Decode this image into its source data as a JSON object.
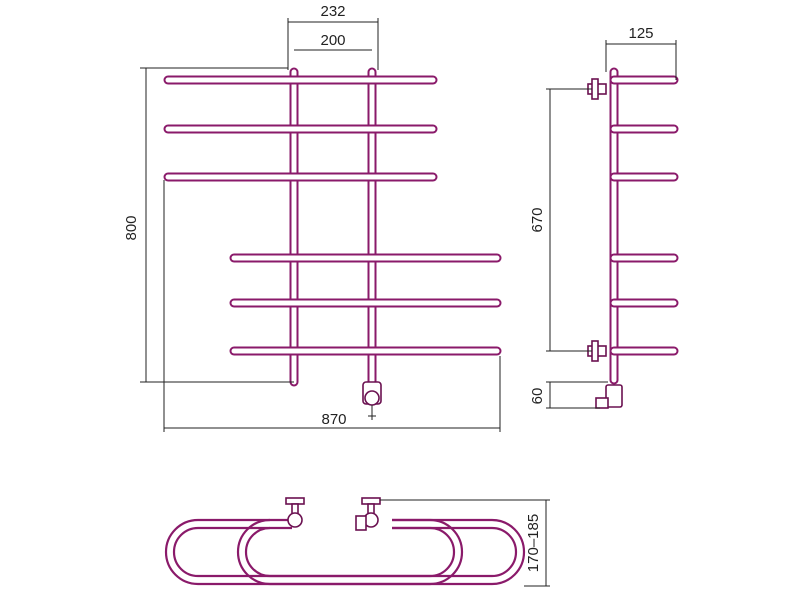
{
  "dimensions": {
    "width_total": "232",
    "width_inner": "200",
    "height_total": "800",
    "width_overall": "870",
    "side_depth": "125",
    "side_height": "670",
    "connection_offset": "60",
    "bottom_range": "170–185"
  },
  "colors": {
    "pipe": "#8a1a6a",
    "line": "#222222"
  }
}
